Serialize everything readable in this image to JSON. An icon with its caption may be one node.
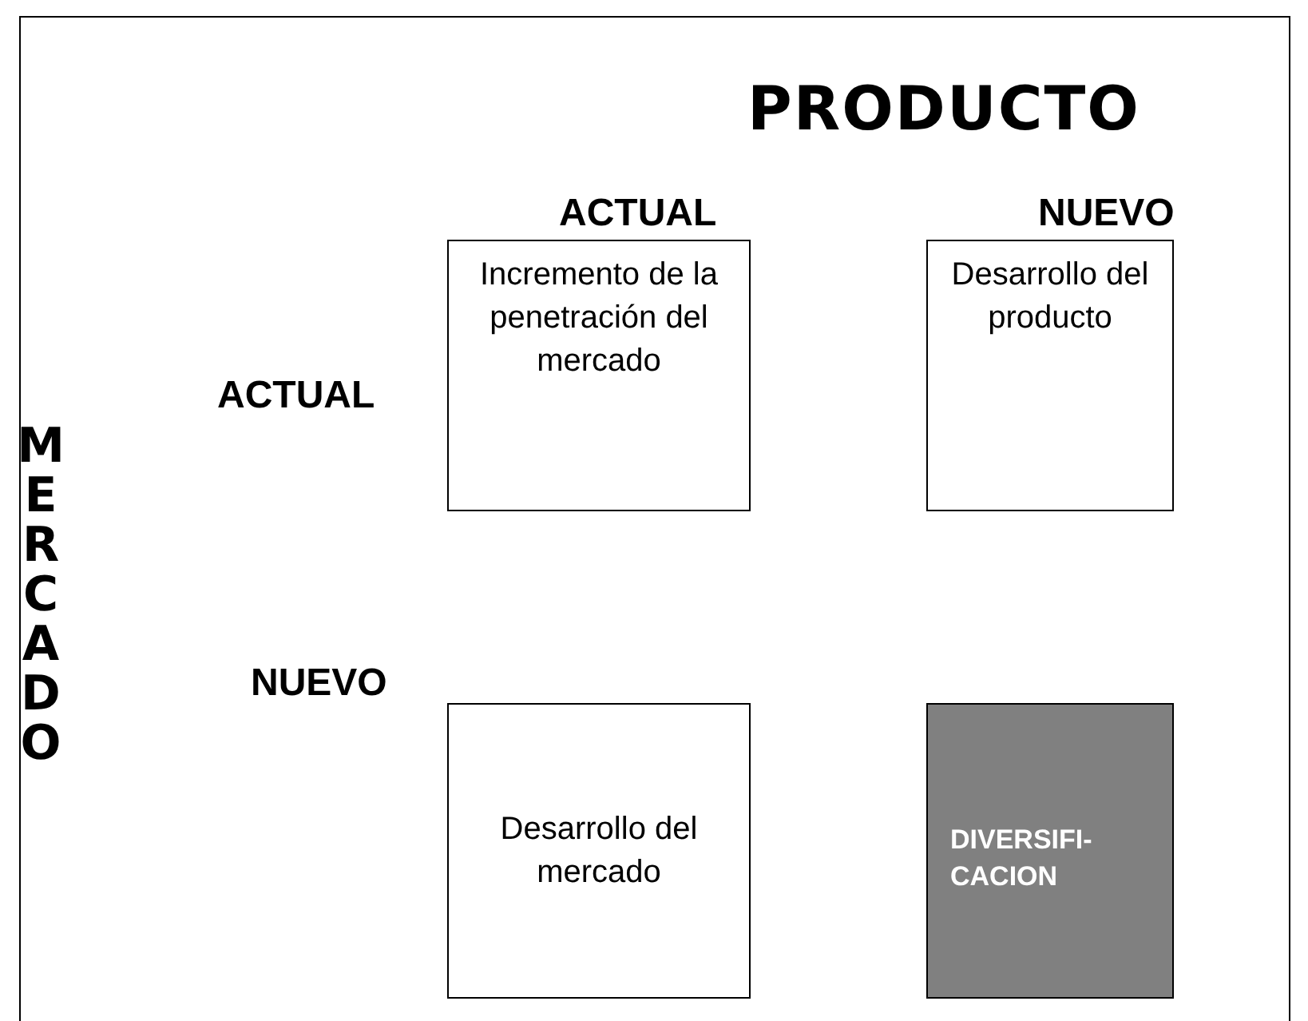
{
  "diagram": {
    "title": "PRODUCTO",
    "nodes": [
      {
        "text": [
          "Incremento de la penetración del mercado"
        ]
      },
      {
        "text": [
          "Desarrollo del producto"
        ]
      },
      {
        "text": [
          "Desarrollo del mercado"
        ]
      },
      {
        "text": [
          "DIVERSIFI- CACION"
        ]
      }
    ],
    "labels": [
      "ACTUAL",
      "NUEVO",
      "ACTUAL",
      "MERCADO",
      "NUEVO"
    ]
  }
}
